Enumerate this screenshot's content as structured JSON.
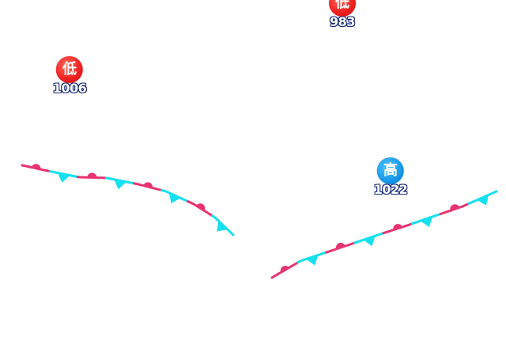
{
  "colors": {
    "warm": "#e8336f",
    "cold": "#14e0f0",
    "low": "#f01e1e",
    "high": "#1797e8",
    "label_outline": "#1a2a7a"
  },
  "pressure_centers": [
    {
      "id": "low-983",
      "type": "low",
      "symbol": "低",
      "value": "983"
    },
    {
      "id": "low-1006",
      "type": "low",
      "symbol": "低",
      "value": "1006"
    },
    {
      "id": "high-1022",
      "type": "high",
      "symbol": "高",
      "value": "1022"
    }
  ],
  "fronts": [
    {
      "id": "front-west",
      "type": "stationary",
      "warm_symbols": 4,
      "cold_symbols": 4
    },
    {
      "id": "front-east",
      "type": "stationary",
      "warm_symbols": 4,
      "cold_symbols": 4
    }
  ]
}
